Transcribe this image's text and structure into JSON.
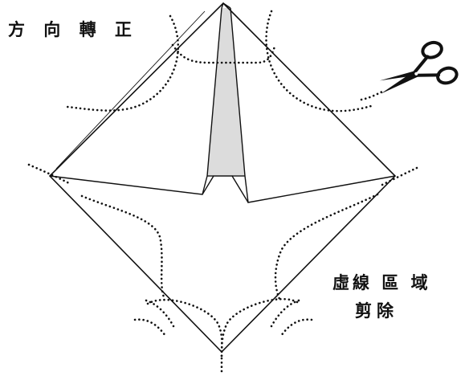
{
  "labels": {
    "rotate": "方 向 轉 正",
    "dotted_region": "虛線 區 域",
    "cut_away": "剪除"
  },
  "icons": {
    "scissors": "scissors-icon"
  },
  "colors": {
    "line": "#111111",
    "shade": "#d9d9d9",
    "background": "#ffffff"
  }
}
